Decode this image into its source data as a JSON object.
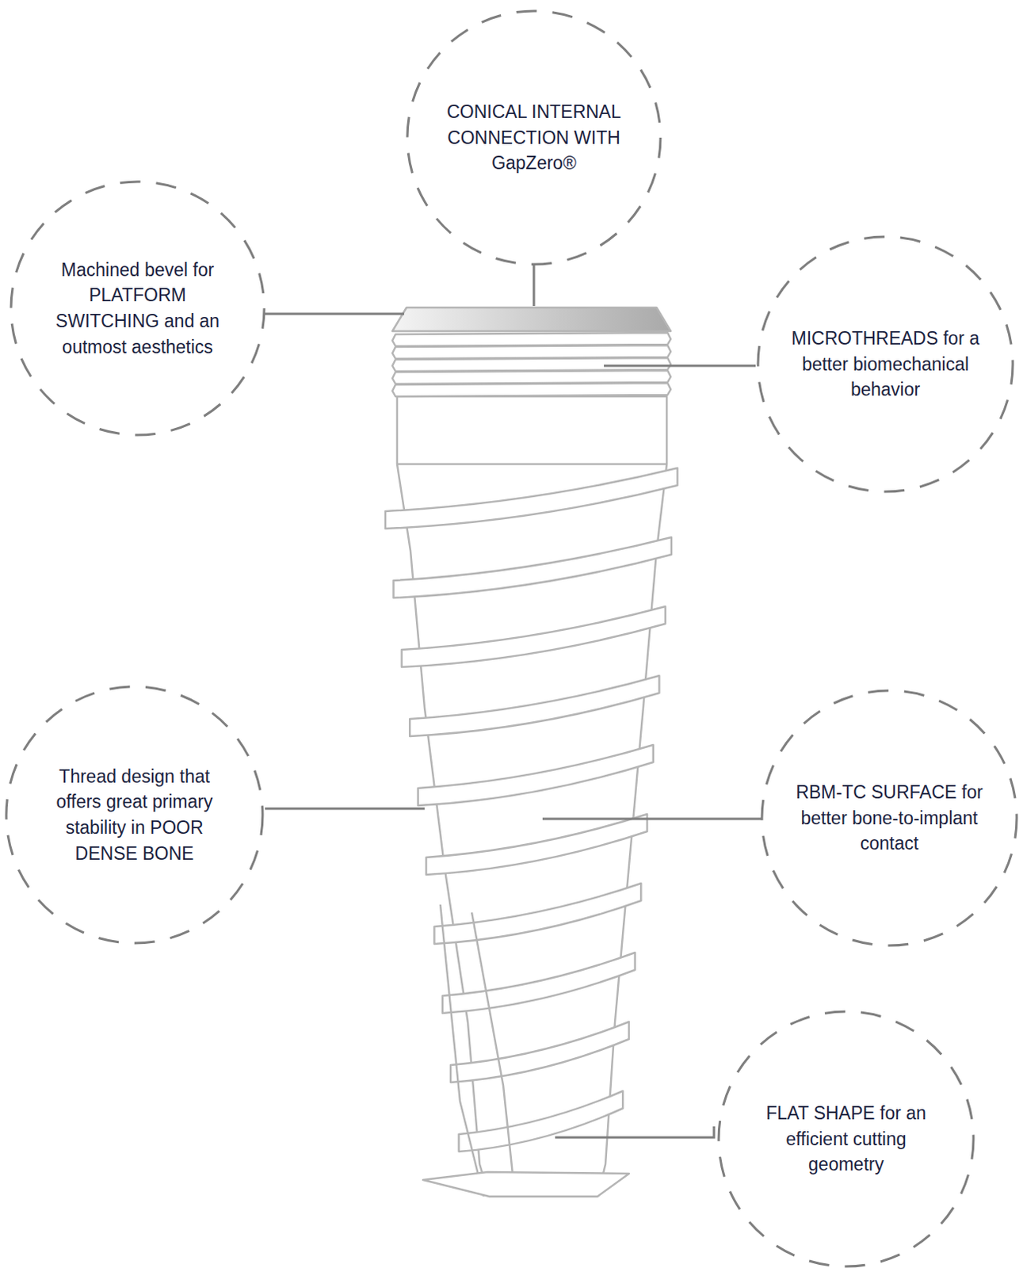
{
  "diagram": {
    "nodes": [
      {
        "text": [
          "CONICAL INTERNAL CONNECTION WITH GapZero®"
        ]
      },
      {
        "text": [
          "Machined bevel for PLATFORM SWITCHING and an outmost aesthetics"
        ]
      },
      {
        "text": [
          "MICROTHREADS for a better biomechanical behavior"
        ]
      },
      {
        "text": [
          "Thread design that offers great primary stability in POOR DENSE BONE"
        ]
      },
      {
        "text": [
          "RBM-TC SURFACE for better bone-to-implant contact"
        ]
      },
      {
        "text": [
          "FLAT SHAPE for an efficient cutting geometry"
        ]
      }
    ]
  }
}
